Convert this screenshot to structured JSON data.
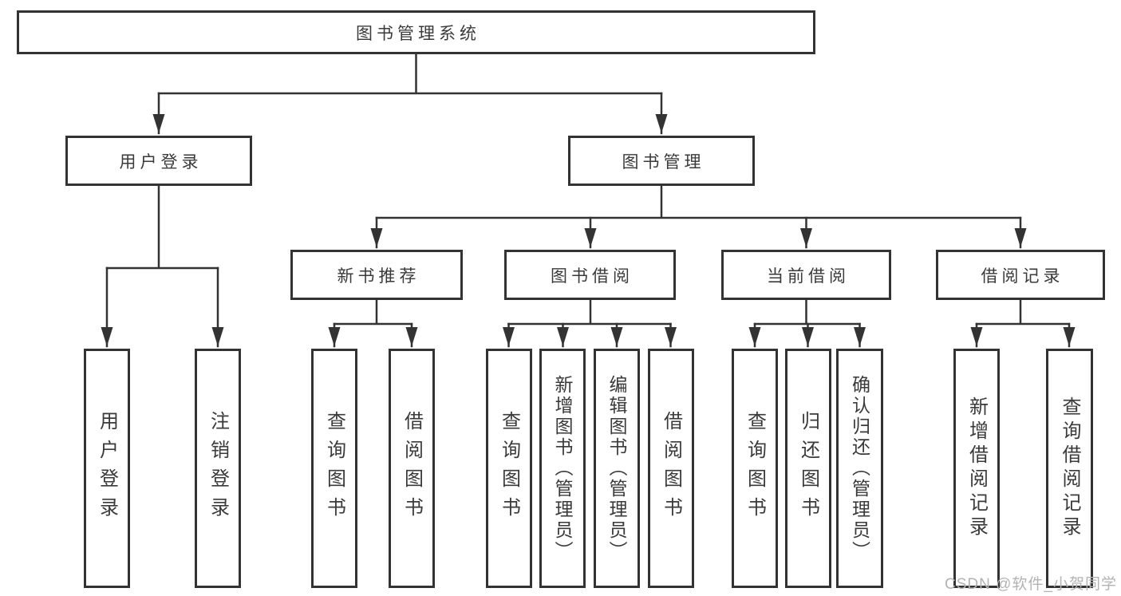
{
  "diagram": {
    "type": "tree",
    "root": {
      "label": "图书管理系统"
    },
    "level2": [
      {
        "label": "用户登录",
        "parent": "图书管理系统"
      },
      {
        "label": "图书管理",
        "parent": "图书管理系统"
      }
    ],
    "level3": [
      {
        "label": "新书推荐",
        "parent": "图书管理"
      },
      {
        "label": "图书借阅",
        "parent": "图书管理"
      },
      {
        "label": "当前借阅",
        "parent": "图书管理"
      },
      {
        "label": "借阅记录",
        "parent": "图书管理"
      }
    ],
    "leaves": [
      {
        "label": "用户登录",
        "parent": "用户登录"
      },
      {
        "label": "注销登录",
        "parent": "用户登录"
      },
      {
        "label": "查询图书",
        "parent": "新书推荐"
      },
      {
        "label": "借阅图书",
        "parent": "新书推荐"
      },
      {
        "label": "查询图书",
        "parent": "图书借阅"
      },
      {
        "label": "新增图书（管理员）",
        "parent": "图书借阅"
      },
      {
        "label": "编辑图书（管理员）",
        "parent": "图书借阅"
      },
      {
        "label": "借阅图书",
        "parent": "图书借阅"
      },
      {
        "label": "查询图书",
        "parent": "当前借阅"
      },
      {
        "label": "归还图书",
        "parent": "当前借阅"
      },
      {
        "label": "确认归还（管理员）",
        "parent": "当前借阅"
      },
      {
        "label": "新增借阅记录",
        "parent": "借阅记录"
      },
      {
        "label": "查询借阅记录",
        "parent": "借阅记录"
      }
    ],
    "watermark": "CSDN @软件_小贺同学",
    "colors": {
      "line": "#333333",
      "text": "#3a3a3a",
      "background": "#ffffff",
      "watermark": "#b3b3b3"
    }
  }
}
